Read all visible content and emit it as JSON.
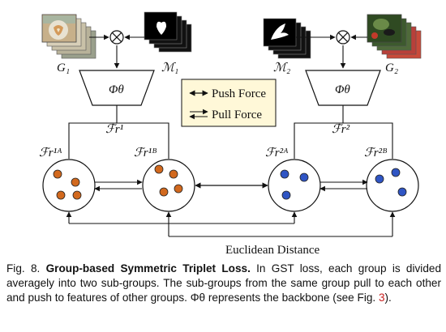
{
  "top_left": {
    "g_label": "G₁",
    "m_label": "ℳ₁",
    "backbone": "Φθ",
    "feature": "ℱr¹"
  },
  "top_right": {
    "g_label": "G₂",
    "m_label": "ℳ₂",
    "backbone": "Φθ",
    "feature": "ℱr²"
  },
  "legend": {
    "push": "Push Force",
    "pull": "Pull  Force"
  },
  "groups": [
    {
      "label": "ℱr¹ᴬ",
      "color": "#d2691e"
    },
    {
      "label": "ℱr¹ᴮ",
      "color": "#d2691e"
    },
    {
      "label": "ℱr²ᴬ",
      "color": "#2f55c4"
    },
    {
      "label": "ℱr²ᴮ",
      "color": "#2f55c4"
    }
  ],
  "distance_label": "Euclidean Distance",
  "caption": {
    "prefix": "Fig. 8.",
    "title": "Group-based Symmetric Triplet Loss.",
    "body": "In GST loss, each group is divided averagely into two sub-groups. The sub-groups from the same group pull to each other and push to features of other groups. Φθ represents the backbone (see Fig.",
    "ref": "3",
    "end": ")."
  }
}
